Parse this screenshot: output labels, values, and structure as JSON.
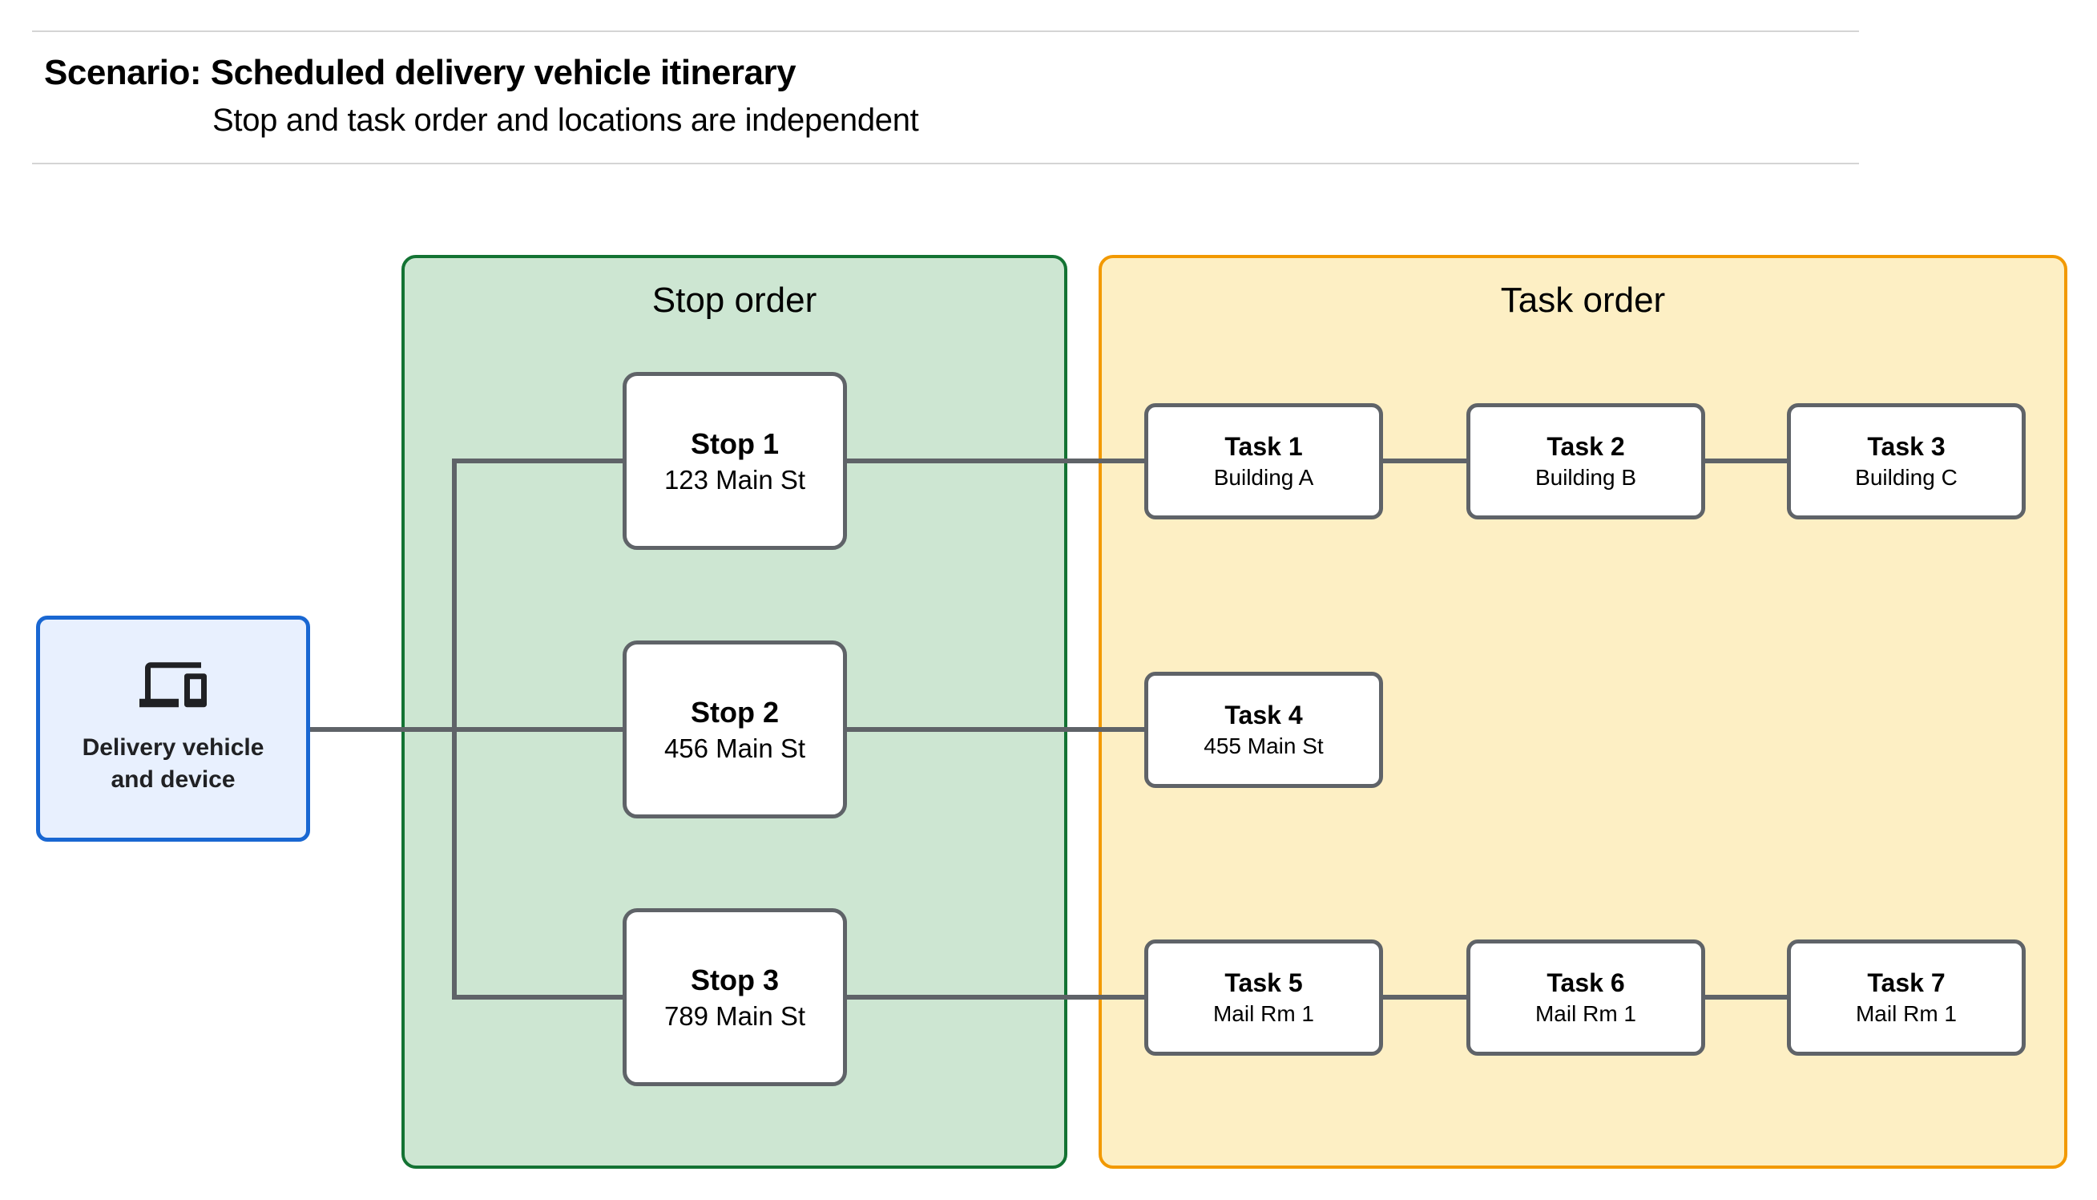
{
  "page": {
    "title": "Scenario: Scheduled delivery vehicle itinerary",
    "subtitle": "Stop and task order and locations are independent"
  },
  "vehicle": {
    "label_line1": "Delivery vehicle",
    "label_line2": "and device",
    "icon": "devices-icon"
  },
  "stop_group": {
    "title": "Stop order",
    "stops": [
      {
        "name": "Stop 1",
        "location": "123 Main St"
      },
      {
        "name": "Stop 2",
        "location": "456 Main St"
      },
      {
        "name": "Stop 3",
        "location": "789 Main St"
      }
    ]
  },
  "task_group": {
    "title": "Task order",
    "tasks": [
      {
        "name": "Task 1",
        "location": "Building A"
      },
      {
        "name": "Task 2",
        "location": "Building B"
      },
      {
        "name": "Task 3",
        "location": "Building C"
      },
      {
        "name": "Task 4",
        "location": "455 Main St"
      },
      {
        "name": "Task 5",
        "location": "Mail Rm 1"
      },
      {
        "name": "Task 6",
        "location": "Mail Rm 1"
      },
      {
        "name": "Task 7",
        "location": "Mail Rm 1"
      }
    ]
  },
  "colors": {
    "stop_group_fill": "#cde6d2",
    "stop_group_border": "#137333",
    "task_group_fill": "#fdefc4",
    "task_group_border": "#f29900",
    "vehicle_fill": "#e8f0fe",
    "vehicle_border": "#1967d2",
    "node_fill": "#ffffff",
    "node_border": "#5f6368",
    "connector": "#5f6368",
    "hairline": "#d4d4d4",
    "text": "#000000"
  }
}
